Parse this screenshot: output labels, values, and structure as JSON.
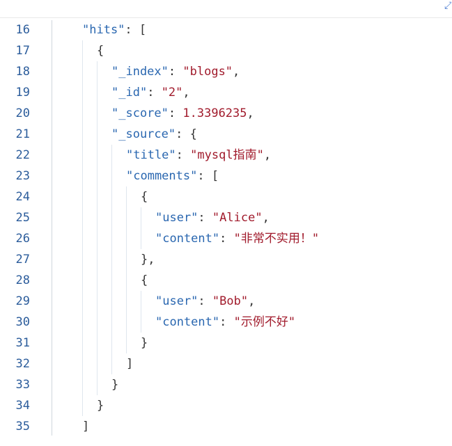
{
  "toolbar": {
    "corner_icon": "expand-icon"
  },
  "lines": [
    {
      "n": "16",
      "t": "\"hits\": ["
    },
    {
      "n": "17",
      "t": "{"
    },
    {
      "n": "18",
      "t": "\"_index\": \"blogs\","
    },
    {
      "n": "19",
      "t": "\"_id\": \"2\","
    },
    {
      "n": "20",
      "t": "\"_score\": 1.3396235,"
    },
    {
      "n": "21",
      "t": "\"_source\": {"
    },
    {
      "n": "22",
      "t": "\"title\": \"mysql指南\","
    },
    {
      "n": "23",
      "t": "\"comments\": ["
    },
    {
      "n": "24",
      "t": "{"
    },
    {
      "n": "25",
      "t": "\"user\": \"Alice\","
    },
    {
      "n": "26",
      "t": "\"content\": \"非常不实用！\""
    },
    {
      "n": "27",
      "t": "},"
    },
    {
      "n": "28",
      "t": "{"
    },
    {
      "n": "29",
      "t": "\"user\": \"Bob\","
    },
    {
      "n": "30",
      "t": "\"content\": \"示例不好\""
    },
    {
      "n": "31",
      "t": "}"
    },
    {
      "n": "32",
      "t": "]"
    },
    {
      "n": "33",
      "t": "}"
    },
    {
      "n": "34",
      "t": "}"
    },
    {
      "n": "35",
      "t": "]"
    }
  ]
}
